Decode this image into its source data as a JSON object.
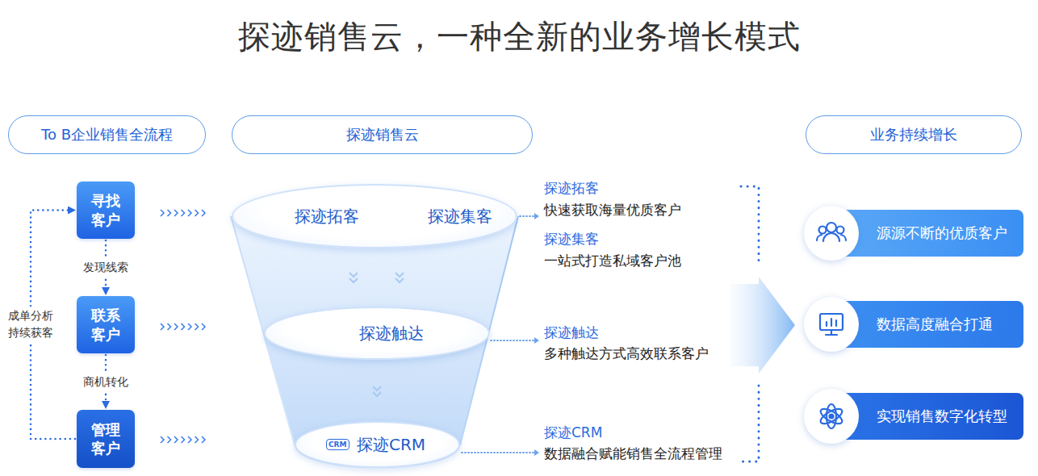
{
  "diagram": {
    "title": "探迹销售云，一种全新的业务增长模式",
    "nodes": [
      {
        "text": [
          "To B企业销售全流程"
        ]
      },
      {
        "text": [
          "探迹销售云"
        ]
      },
      {
        "text": [
          "业务持续增长"
        ]
      },
      {
        "text": [
          "寻找客户"
        ]
      },
      {
        "text": [
          "联系客户"
        ]
      },
      {
        "text": [
          "管理客户"
        ]
      },
      {
        "text": [
          "探迹拓客",
          "探迹集客"
        ]
      },
      {
        "text": [
          "探迹触达"
        ]
      },
      {
        "text": [
          "探迹CRM"
        ]
      },
      {
        "text": [
          "源源不断的优质客户"
        ]
      },
      {
        "text": [
          "数据高度融合打通"
        ]
      },
      {
        "text": [
          "实现销售数字化转型"
        ]
      }
    ],
    "edges": [
      {
        "from": 3,
        "to": 4,
        "label": "发现线索",
        "arrow": "to"
      },
      {
        "from": 4,
        "to": 5,
        "label": "商机转化",
        "arrow": "to"
      },
      {
        "from": 5,
        "to": 3,
        "label": "成单分析 持续获客",
        "arrow": "to"
      }
    ],
    "labels": [
      "探迹拓客",
      "快速获取海量优质客户",
      "探迹集客",
      "一站式打造私域客户池",
      "探迹触达",
      "多种触达方式高效联系客户",
      "探迹CRM",
      "数据融合赋能销售全流程管理",
      "CRM"
    ]
  }
}
